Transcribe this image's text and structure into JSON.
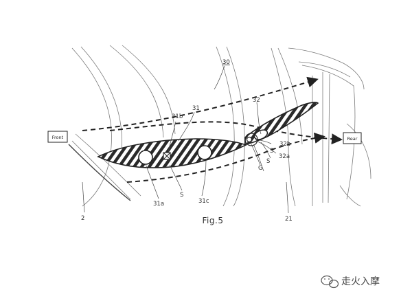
{
  "figure": {
    "caption": "Fig.5",
    "assembly_ref": "30",
    "front_label": "Front",
    "rear_label": "Rear"
  },
  "labels": {
    "l31": "31",
    "l31b": "31b",
    "l31a": "31a",
    "l31c": "31c",
    "l32": "32",
    "l32b": "32b",
    "l32a": "32a",
    "lS1": "S",
    "lS2": "S",
    "lS3": "S",
    "lG": "G",
    "l2": "2",
    "l21": "21"
  },
  "watermark": {
    "text": "走火入摩"
  }
}
